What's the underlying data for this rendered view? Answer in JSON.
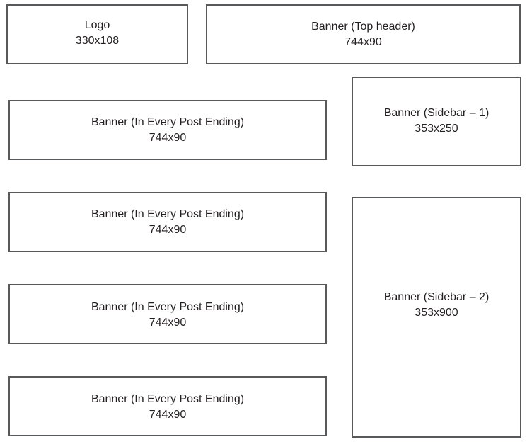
{
  "slots": {
    "logo": {
      "label": "Logo",
      "size": "330x108"
    },
    "top": {
      "label": "Banner (Top header)",
      "size": "744x90"
    },
    "post_1": {
      "label": "Banner (In Every Post Ending)",
      "size": "744x90"
    },
    "side_1": {
      "label": "Banner (Sidebar – 1)",
      "size": "353x250"
    },
    "post_2": {
      "label": "Banner (In Every Post Ending)",
      "size": "744x90"
    },
    "post_3": {
      "label": "Banner (In Every Post Ending)",
      "size": "744x90"
    },
    "side_2": {
      "label": "Banner (Sidebar – 2)",
      "size": "353x900"
    },
    "post_4": {
      "label": "Banner (In Every Post Ending)",
      "size": "744x90"
    }
  },
  "colors": {
    "border": "#58595b",
    "text": "#231f20",
    "background": "#ffffff"
  }
}
